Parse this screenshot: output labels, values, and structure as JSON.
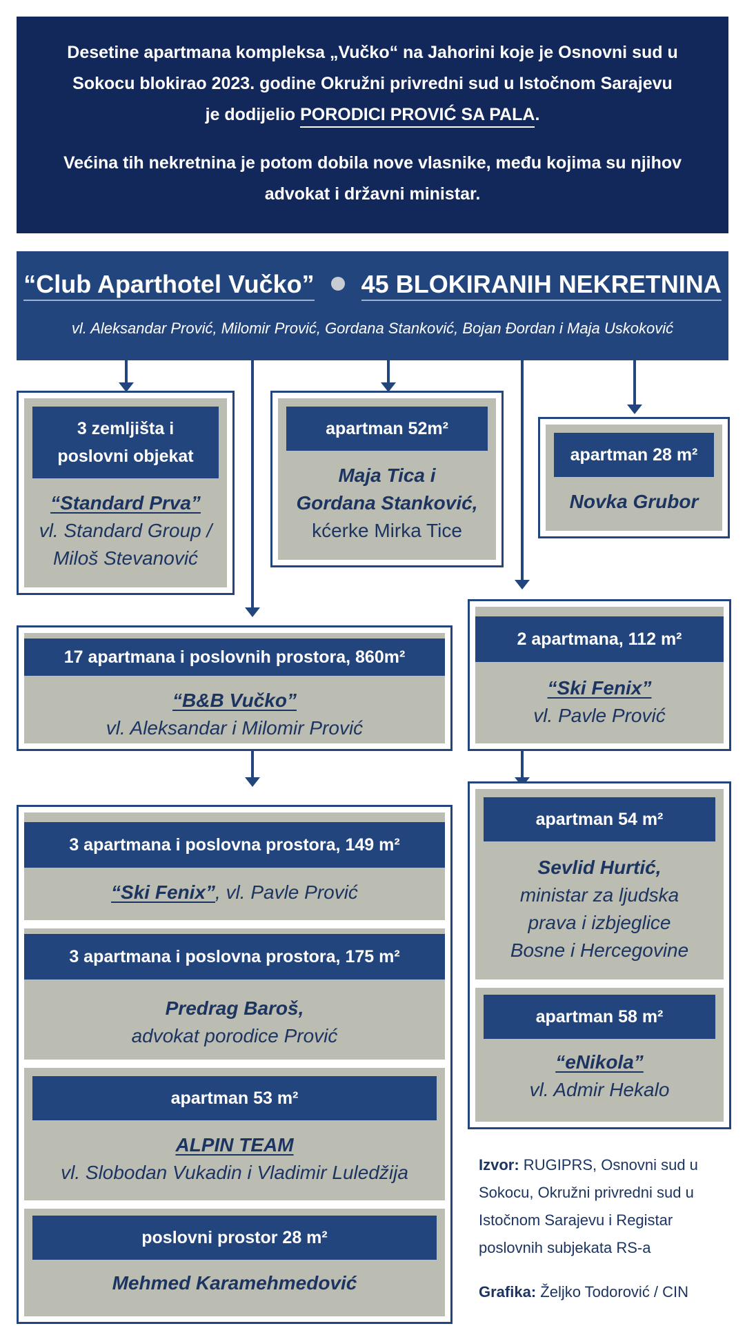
{
  "intro": {
    "line1": "Desetine apartmana kompleksa „Vučko“ na Jahorini koje je Osnovni sud u",
    "line2": "Sokocu blokirao 2023. godine Okružni privredni sud u Istočnom Sarajevu",
    "line3_pre": "je dodijelio ",
    "line3_em": "PORODICI PROVIĆ SA PALA",
    "line3_post": ".",
    "para2_line1": "Većina tih nekretnina je potom dobila nove vlasnike, među kojima su njihov",
    "para2_line2": "advokat i državni ministar."
  },
  "main": {
    "name": "“Club Aparthotel Vučko”",
    "count": "45 BLOKIRANIH NEKRETNINA",
    "owners": "vl. Aleksandar Prović, Milomir Prović, Gordana Stanković, Bojan Đordan i Maja Uskoković"
  },
  "boxes": {
    "standard": {
      "head_l1": "3 zemljišta i",
      "head_l2": "poslovni objekat",
      "name": "“Standard Prva”",
      "sub_l1": "vl. Standard Group /",
      "sub_l2": "Miloš Stevanović"
    },
    "tica": {
      "head": "apartman 52m²",
      "name_l1": "Maja Tica i",
      "name_l2": "Gordana Stanković,",
      "sub": "kćerke Mirka Tice"
    },
    "grubor": {
      "head": "apartman 28 m²",
      "name": "Novka Grubor"
    },
    "bb": {
      "head": "17 apartmana i poslovnih prostora, 860m²",
      "name": "“B&B Vučko”",
      "sub": "vl. Aleksandar i Milomir Prović"
    },
    "skifenix1": {
      "head": "2 apartmana, 112 m²",
      "name": "“Ski Fenix”",
      "sub": "vl. Pavle Prović"
    },
    "skifenix2": {
      "head": "3 apartmana i poslovna prostora, 149 m²",
      "name": "“Ski Fenix”",
      "sub": ", vl. Pavle Prović"
    },
    "baros": {
      "head": "3 apartmana i poslovna prostora, 175 m²",
      "name": "Predrag Baroš,",
      "sub": "advokat porodice Prović"
    },
    "alpin": {
      "head": "apartman 53 m²",
      "name": "ALPIN TEAM",
      "sub": "vl. Slobodan Vukadin i Vladimir Luledžija"
    },
    "karamehmedovic": {
      "head": "poslovni prostor 28 m²",
      "name": "Mehmed Karamehmedović"
    },
    "hurtic": {
      "head": "apartman 54 m²",
      "name": "Sevlid Hurtić,",
      "sub_l1": "ministar za ljudska",
      "sub_l2": "prava i izbjeglice",
      "sub_l3": "Bosne i Hercegovine"
    },
    "enikola": {
      "head": "apartman 58 m²",
      "name": "“eNikola”",
      "sub": "vl. Admir Hekalo"
    }
  },
  "source": {
    "label": "Izvor:",
    "text_l1": " RUGIPRS, Osnovni sud u",
    "text_l2": "Sokocu, Okružni privredni sud u",
    "text_l3": "Istočnom Sarajevu i Registar",
    "text_l4": "poslovnih subjekata RS-a",
    "credit_label": "Grafika:",
    "credit_text": " Željko Todorović / CIN"
  },
  "colors": {
    "navy_dark": "#13285a",
    "navy": "#22457d",
    "grey": "#bbbcb2",
    "text": "#1c3461"
  }
}
